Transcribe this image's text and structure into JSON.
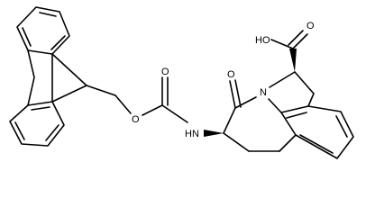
{
  "molecule": {
    "labels": {
      "hydroxyl": "HO",
      "carboxyl_oxygen": "O",
      "carbamate_oxygen_ester": "O",
      "carbamate_oxygen_carbonyl": "O",
      "ring_carbonyl_oxygen": "O",
      "ring_nitrogen": "N",
      "amide_nh": "HN"
    },
    "colors": {
      "bond": "#000000",
      "background": "#ffffff"
    }
  }
}
